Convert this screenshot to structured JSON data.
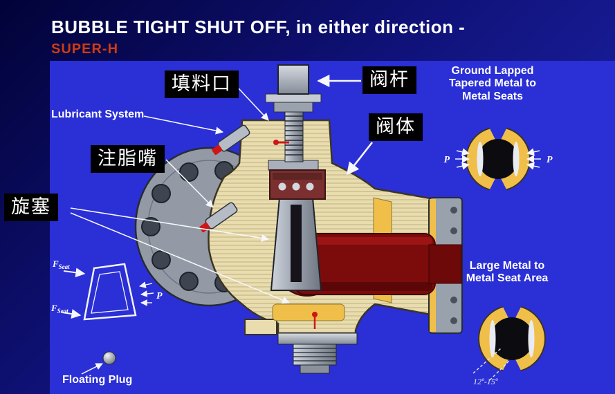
{
  "slide": {
    "title": "BUBBLE TIGHT SHUT OFF, in either direction -",
    "subtitle": "SUPER-H"
  },
  "annotations": {
    "packing_port": "填料口",
    "valve_stem": "阀杆",
    "valve_body": "阀体",
    "grease_nipple": "注脂嘴",
    "plug": "旋塞",
    "lubricant_system": "Lubricant System",
    "ground_lapped_seats": "Ground Lapped Tapered Metal to Metal Seats",
    "large_seat_area": "Large Metal to Metal Seat Area",
    "floating_plug": "Floating Plug",
    "pressure": "P",
    "force": "F",
    "force_sub": "Seat",
    "taper_angle": "12º-15º"
  },
  "colors": {
    "background_photo": "#2b2fd6",
    "background_slide": "#10127a",
    "title_text": "#ffffff",
    "subtitle_text": "#cf3b12",
    "body_cream": "#e9dcae",
    "flow_red": "#7c0c0c",
    "seat_yellow": "#f0bf4a",
    "metal_gray": "#9aa2ae",
    "label_background": "#000000",
    "label_text": "#ffffff"
  }
}
